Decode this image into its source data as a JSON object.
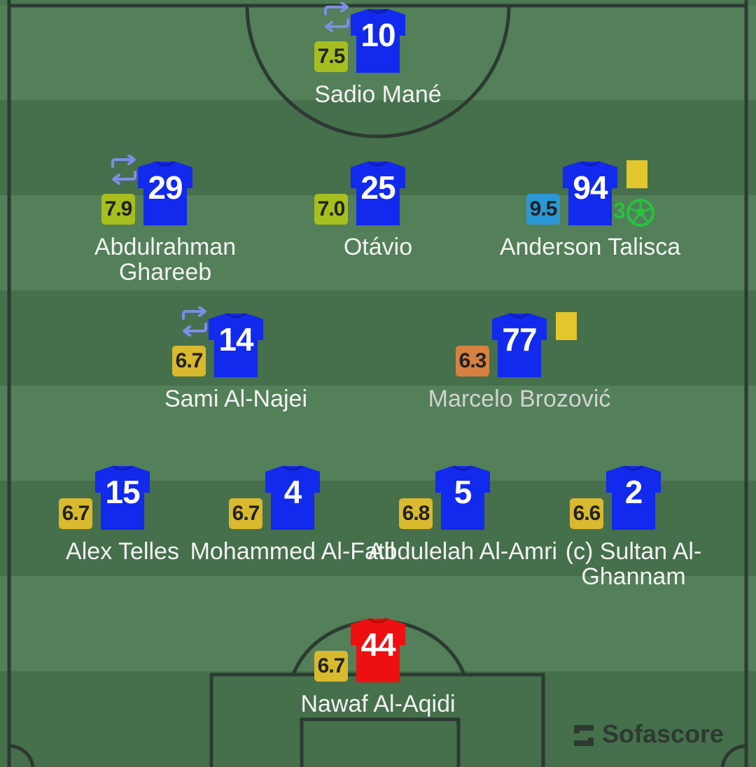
{
  "colors": {
    "pitch_light": "#537f59",
    "pitch_dark": "#466f4c",
    "line": "#2c3a31",
    "shirt_outfield": "#1229ee",
    "shirt_goalkeeper": "#ee1010",
    "rating_yellow_green": "#a7bf1e",
    "rating_gold": "#d9b92e",
    "rating_orange": "#d68140",
    "rating_blue": "#2b98d6",
    "yellow_card": "#e3c62b",
    "goal_green": "#25c43f",
    "sub_arrows": "#7d8ee4"
  },
  "players": [
    {
      "id": "mane",
      "number": "10",
      "rating": "7.5",
      "rating_color": "#a7bf1e",
      "name": "Sadio Mané",
      "substituted": true,
      "yellow_card": false,
      "goals": null,
      "shirt": "outfield",
      "muted": false
    },
    {
      "id": "ghareeb",
      "number": "29",
      "rating": "7.9",
      "rating_color": "#a7bf1e",
      "name": "Abdulrahman Ghareeb",
      "substituted": true,
      "yellow_card": false,
      "goals": null,
      "shirt": "outfield",
      "muted": false
    },
    {
      "id": "otavio",
      "number": "25",
      "rating": "7.0",
      "rating_color": "#a7bf1e",
      "name": "Otávio",
      "substituted": false,
      "yellow_card": false,
      "goals": null,
      "shirt": "outfield",
      "muted": false
    },
    {
      "id": "talisca",
      "number": "94",
      "rating": "9.5",
      "rating_color": "#2b98d6",
      "name": "Anderson Talisca",
      "substituted": false,
      "yellow_card": true,
      "goals": "3",
      "shirt": "outfield",
      "muted": false
    },
    {
      "id": "najei",
      "number": "14",
      "rating": "6.7",
      "rating_color": "#d9b92e",
      "name": "Sami Al-Najei",
      "substituted": true,
      "yellow_card": false,
      "goals": null,
      "shirt": "outfield",
      "muted": false
    },
    {
      "id": "brozovic",
      "number": "77",
      "rating": "6.3",
      "rating_color": "#d68140",
      "name": "Marcelo Brozović",
      "substituted": false,
      "yellow_card": true,
      "goals": null,
      "shirt": "outfield",
      "muted": true
    },
    {
      "id": "telles",
      "number": "15",
      "rating": "6.7",
      "rating_color": "#d9b92e",
      "name": "Alex Telles",
      "substituted": false,
      "yellow_card": false,
      "goals": null,
      "shirt": "outfield",
      "muted": false
    },
    {
      "id": "fatil",
      "number": "4",
      "rating": "6.7",
      "rating_color": "#d9b92e",
      "name": "Mohammed Al-Fatil",
      "substituted": false,
      "yellow_card": false,
      "goals": null,
      "shirt": "outfield",
      "muted": false
    },
    {
      "id": "amri",
      "number": "5",
      "rating": "6.8",
      "rating_color": "#d9b92e",
      "name": "Abdulelah Al-Amri",
      "substituted": false,
      "yellow_card": false,
      "goals": null,
      "shirt": "outfield",
      "muted": false
    },
    {
      "id": "ghannam",
      "number": "2",
      "rating": "6.6",
      "rating_color": "#d9b92e",
      "name": "(c) Sultan Al-Ghannam",
      "substituted": false,
      "yellow_card": false,
      "goals": null,
      "shirt": "outfield",
      "muted": false
    },
    {
      "id": "aqidi",
      "number": "44",
      "rating": "6.7",
      "rating_color": "#d9b92e",
      "name": "Nawaf Al-Aqidi",
      "substituted": false,
      "yellow_card": false,
      "goals": null,
      "shirt": "goalkeeper",
      "muted": false
    }
  ],
  "branding": {
    "name": "Sofascore",
    "logo_icon": "sofascore-logo-icon"
  }
}
